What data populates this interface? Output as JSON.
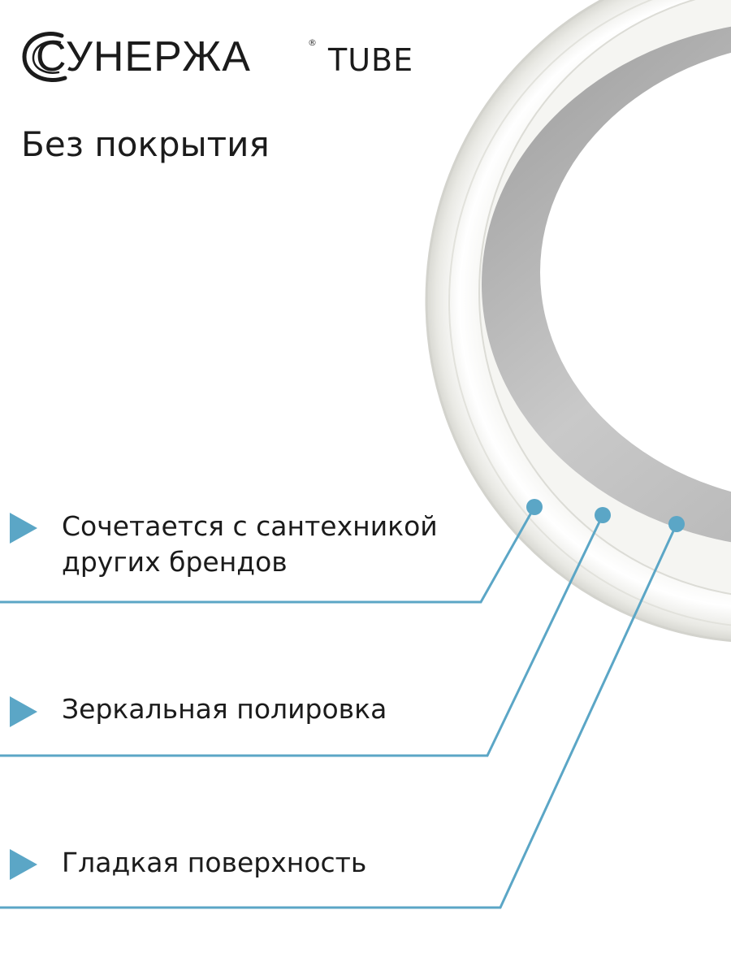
{
  "brand": {
    "name": "СУНЕРЖА",
    "registered": "®",
    "line": "TUBE"
  },
  "product": {
    "title": "Без покрытия"
  },
  "features": [
    {
      "line1": "Сочетается с сантехникой",
      "line2": "других брендов"
    },
    {
      "line1": "Зеркальная полировка",
      "line2": ""
    },
    {
      "line1": "Гладкая поверхность",
      "line2": ""
    }
  ],
  "colors": {
    "accent": "#5ba6c6",
    "text": "#1b1b1b",
    "background": "#ffffff"
  },
  "icons": {
    "marker": "triangle-right-icon",
    "logo": "circle-swoosh-logo"
  }
}
